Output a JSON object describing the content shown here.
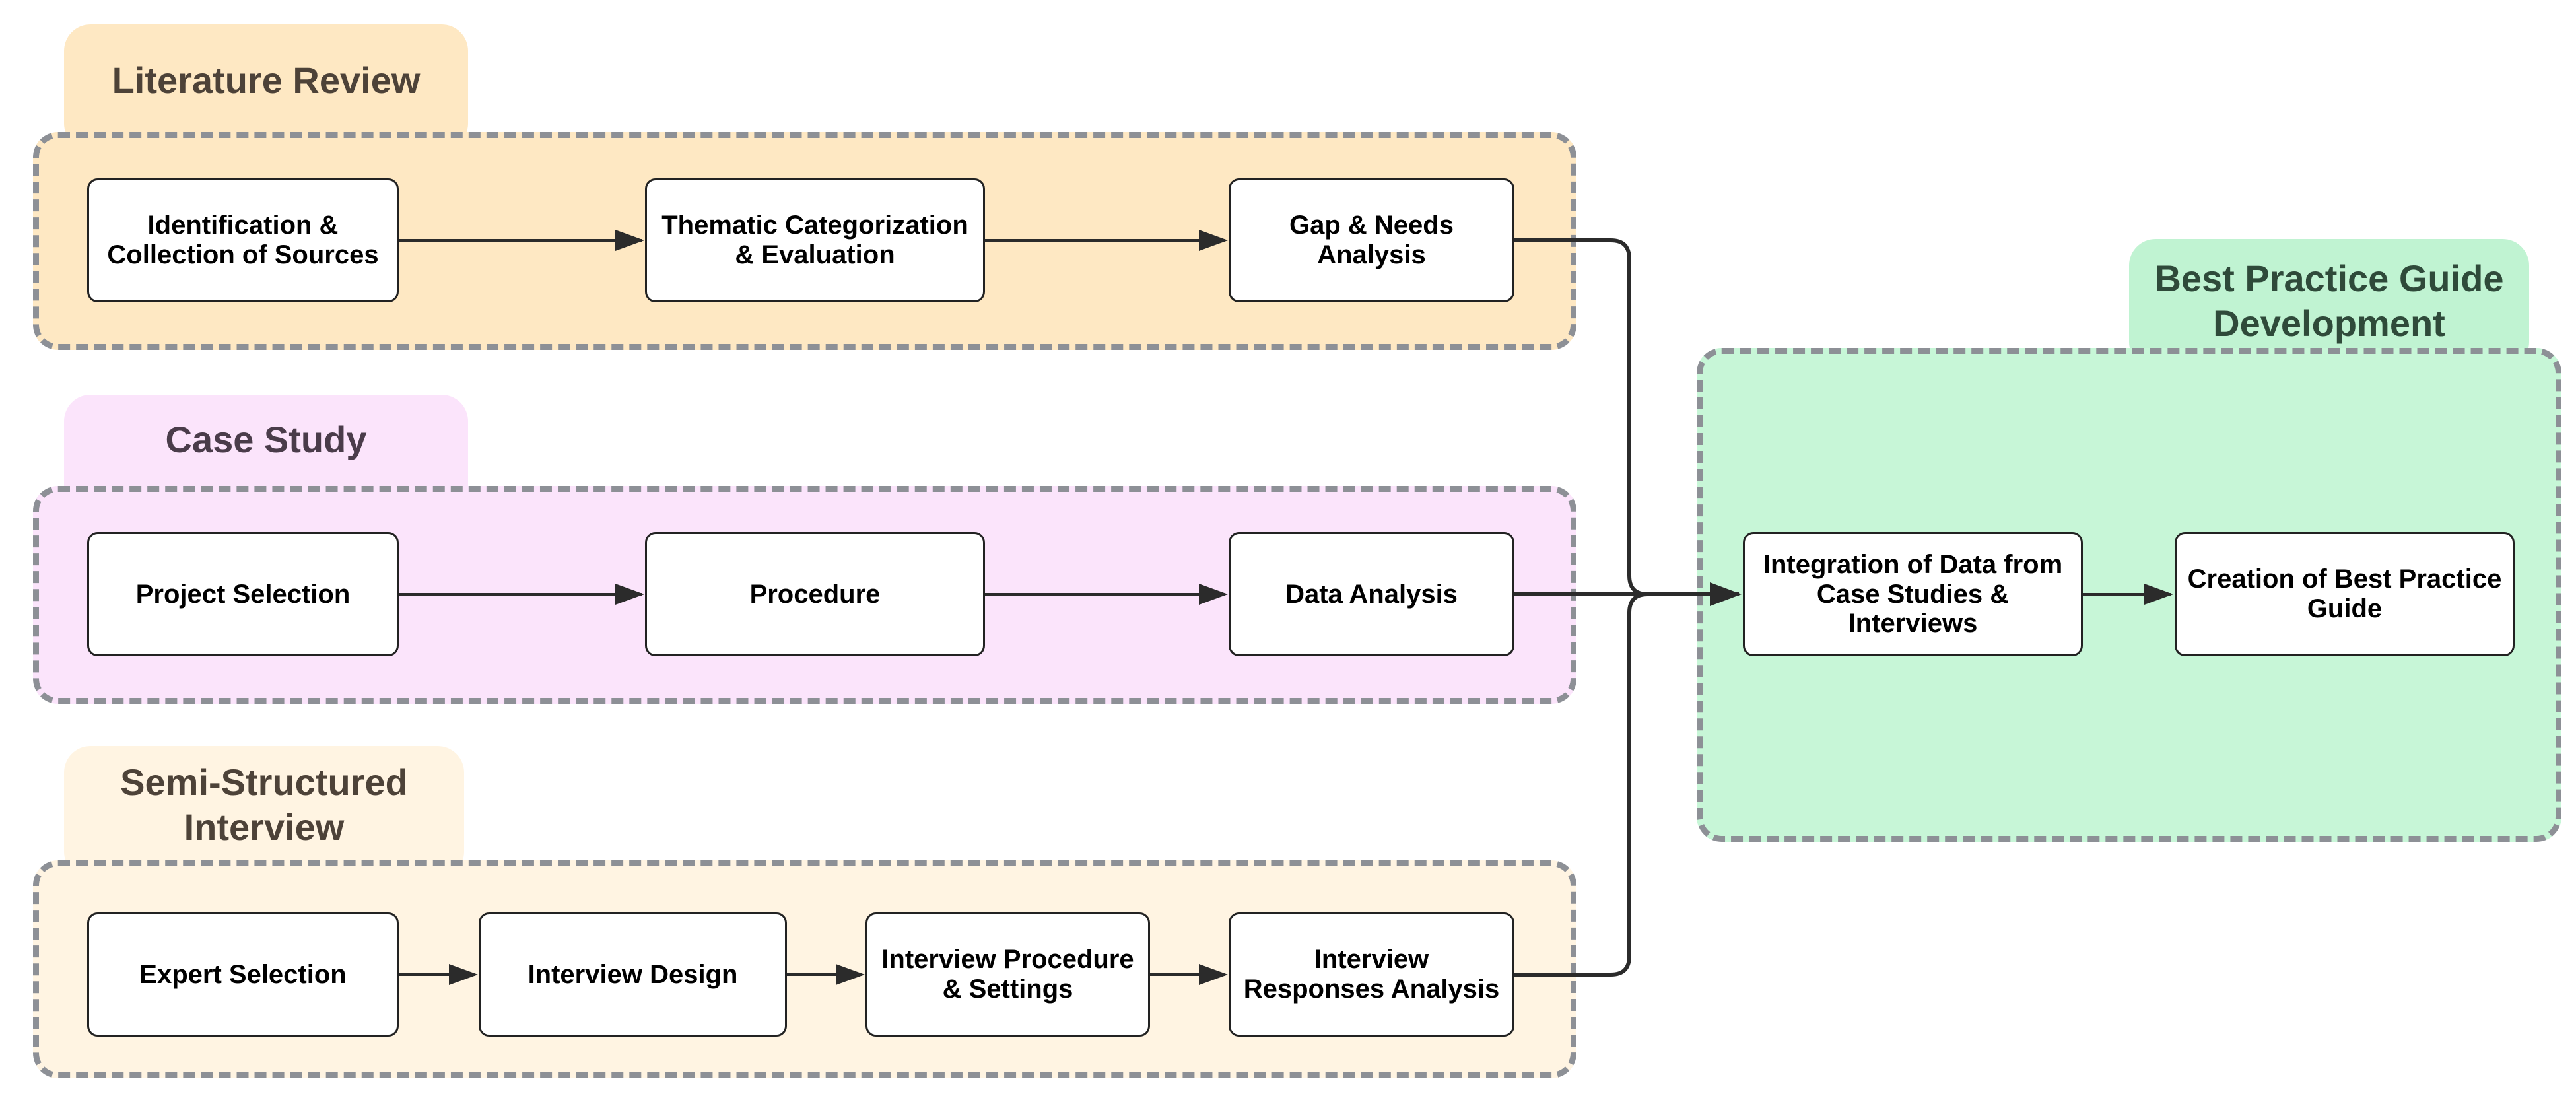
{
  "groups": {
    "literature_review": {
      "title": "Literature Review",
      "color": "#fee8c3",
      "nodes": [
        "Identification &\nCollection of Sources",
        "Thematic Categorization\n& Evaluation",
        "Gap & Needs\nAnalysis"
      ]
    },
    "case_study": {
      "title": "Case Study",
      "color": "#fbe4fb",
      "nodes": [
        "Project Selection",
        "Procedure",
        "Data Analysis"
      ]
    },
    "interview": {
      "title": "Semi-Structured\nInterview",
      "color": "#fff4e2",
      "nodes": [
        "Expert Selection",
        "Interview Design",
        "Interview Procedure\n& Settings",
        "Interview\nResponses Analysis"
      ]
    },
    "best_practice": {
      "title": "Best Practice Guide\nDevelopment",
      "color": "#c7f6d7",
      "nodes": [
        "Integration of Data from\nCase Studies &\nInterviews",
        "Creation of Best Practice\nGuide"
      ]
    }
  },
  "colors": {
    "dashed_border": "#8d9096",
    "connector": "#2b2b2b",
    "label_text": "#4d4238",
    "best_practice_label": "#c0f3d2",
    "best_practice_label_text": "#2f4a3a"
  }
}
